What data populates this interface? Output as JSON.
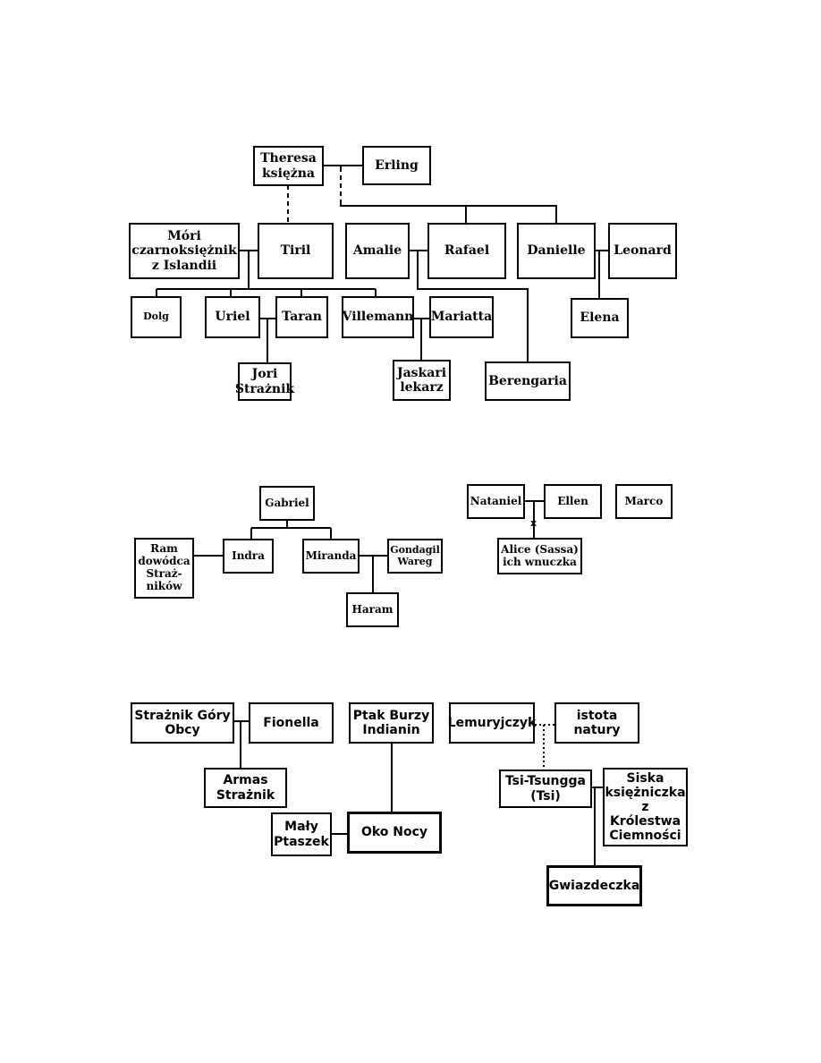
{
  "diagram": {
    "theresa": "Theresa\nksiężna",
    "erling": "Erling",
    "mori": "Móri\nczarnoksiężnik\nz Islandii",
    "tiril": "Tiril",
    "amalie": "Amalie",
    "rafael": "Rafael",
    "danielle": "Danielle",
    "leonard": "Leonard",
    "dolg": "Dolg",
    "uriel": "Uriel",
    "taran": "Taran",
    "villemann": "Villemann",
    "mariatta": "Mariatta",
    "elena": "Elena",
    "jori": "Jori\nStrażnik",
    "jaskari": "Jaskari\nlekarz",
    "berengaria": "Berengaria",
    "gabriel": "Gabriel",
    "ram": "Ram\ndowódca\nStraż-\nników",
    "indra": "Indra",
    "miranda": "Miranda",
    "gondagil": "Gondagil\nWareg",
    "haram": "Haram",
    "nataniel": "Nataniel",
    "ellen": "Ellen",
    "marco": "Marco",
    "alice": "Alice (Sassa)\nich wnuczka",
    "x_mark": "x",
    "straznik_gory": "Strażnik Góry\nObcy",
    "fionella": "Fionella",
    "ptak_burzy": "Ptak Burzy\nIndianin",
    "lemuryjczyk": "Lemuryjczyk",
    "istota": "istota\nnatury",
    "armas": "Armas\nStrażnik",
    "tsi": "Tsi-Tsungga\n(Tsi)",
    "siska": "Siska\nksiężniczka\nz Królestwa\nCiemności",
    "maly_ptaszek": "Mały\nPtaszek",
    "oko_nocy": "Oko Nocy",
    "gwiazdeczka": "Gwiazdeczka"
  }
}
